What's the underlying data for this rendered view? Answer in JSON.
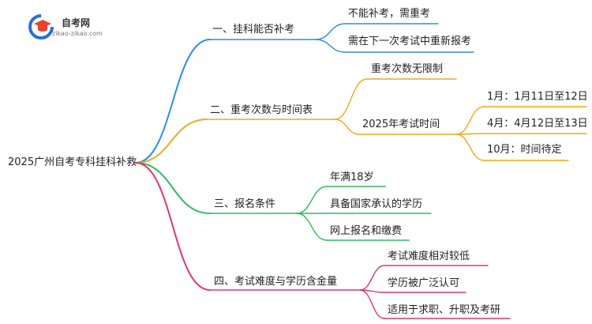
{
  "logo": {
    "name": "自考网",
    "url": "zikao-zikao.com",
    "icon": "graduation-cap-icon",
    "colors": {
      "ring": "#2b6fd6",
      "cap": "#e8432e"
    }
  },
  "root": "2025广州自考专科挂科补救",
  "branches": [
    {
      "label": "一、挂科能否补考",
      "color": "#2b8de6",
      "children": [
        {
          "label": "不能补考，需重考"
        },
        {
          "label": "需在下一次考试中重新报考"
        }
      ]
    },
    {
      "label": "二、重考次数与时间表",
      "color": "#f0a81c",
      "children": [
        {
          "label": "重考次数无限制"
        },
        {
          "label": "2025年考试时间",
          "children": [
            {
              "label": "1月：1月11日至12日"
            },
            {
              "label": "4月：4月12日至13日"
            },
            {
              "label": "10月：时间待定"
            }
          ]
        }
      ]
    },
    {
      "label": "三、报名条件",
      "color": "#2dbb5e",
      "children": [
        {
          "label": "年满18岁"
        },
        {
          "label": "具备国家承认的学历"
        },
        {
          "label": "网上报名和缴费"
        }
      ]
    },
    {
      "label": "四、考试难度与学历含金量",
      "color": "#e2356f",
      "children": [
        {
          "label": "考试难度相对较低"
        },
        {
          "label": "学历被广泛认可"
        },
        {
          "label": "适用于求职、升职及考研"
        }
      ]
    }
  ]
}
